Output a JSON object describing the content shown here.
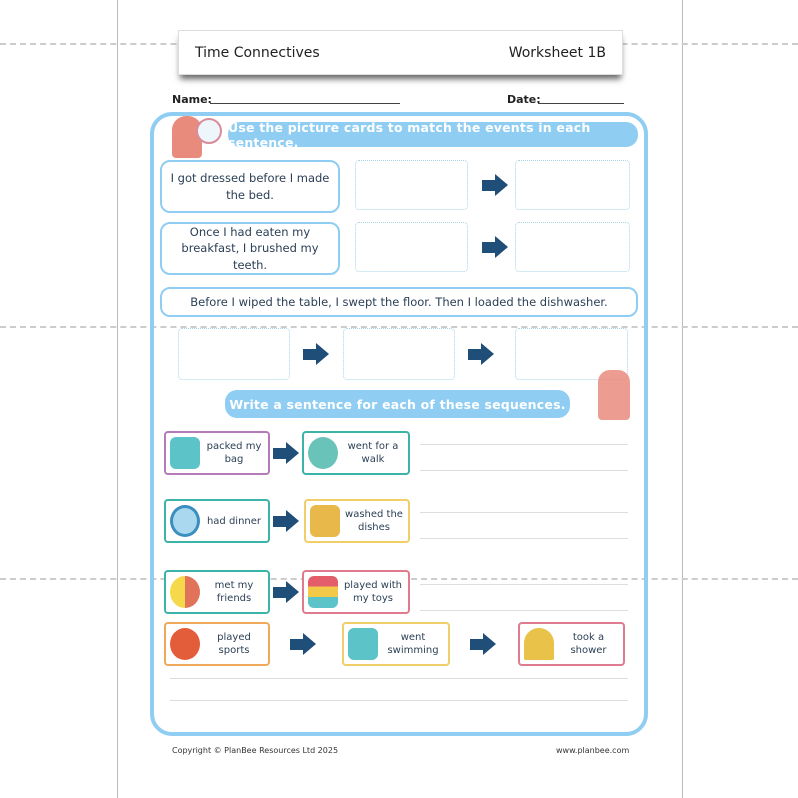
{
  "header": {
    "title": "Time Connectives",
    "worksheet": "Worksheet 1B"
  },
  "fields": {
    "name_label": "Name:",
    "date_label": "Date:"
  },
  "section1": {
    "instruction": "Use the picture cards to match the events in each sentence.",
    "sentences": [
      "I got dressed before I made the bed.",
      "Once I had eaten my breakfast, I brushed my teeth.",
      "Before I wiped the table, I swept the floor. Then I loaded the dishwasher."
    ]
  },
  "section2": {
    "instruction": "Write a sentence for each of these sequences.",
    "sequences": [
      {
        "cards": [
          {
            "text": "packed my bag",
            "icon": "backpack-icon",
            "color": "#b57bb8"
          },
          {
            "text": "went for a walk",
            "icon": "walk-icon",
            "color": "#3bb3a8"
          }
        ]
      },
      {
        "cards": [
          {
            "text": "had dinner",
            "icon": "plate-icon",
            "color": "#3bb3a8"
          },
          {
            "text": "washed the dishes",
            "icon": "sink-icon",
            "color": "#f0cf6a"
          }
        ]
      },
      {
        "cards": [
          {
            "text": "met my friends",
            "icon": "friends-icon",
            "color": "#3bb3a8"
          },
          {
            "text": "played with my toys",
            "icon": "stacking-toy-icon",
            "color": "#e07b8f"
          }
        ]
      },
      {
        "cards": [
          {
            "text": "played sports",
            "icon": "ball-racket-icon",
            "color": "#f0a85a"
          },
          {
            "text": "went swimming",
            "icon": "swimmer-icon",
            "color": "#f0cf6a"
          },
          {
            "text": "took a shower",
            "icon": "shower-icon",
            "color": "#e07b8f"
          }
        ]
      }
    ]
  },
  "footer": {
    "copyright": "Copyright © PlanBee Resources Ltd 2025",
    "website": "www.planbee.com"
  },
  "colors": {
    "frame": "#8fcdf2",
    "arrow": "#1f4e79"
  }
}
